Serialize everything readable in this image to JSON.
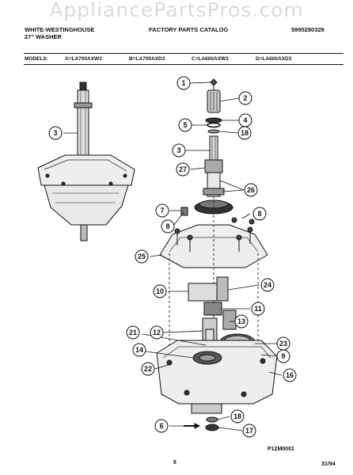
{
  "watermark": "AppliancePartsPros.com",
  "header": {
    "brand_line1": "WHITE-WESTINGHOUSE",
    "brand_line2": "27\" WASHER",
    "catalog": "FACTORY PARTS CATALOG",
    "part_number": "5995280329"
  },
  "models": {
    "label": "MODELS:",
    "a": "A=LA700AXW3",
    "b": "B=LA700AXD3",
    "c": "C=LA600AXW3",
    "d": "D=LA600AXD3"
  },
  "callouts": [
    "1",
    "2",
    "4",
    "5",
    "18",
    "3",
    "27",
    "26",
    "7",
    "8",
    "8",
    "25",
    "24",
    "10",
    "11",
    "12",
    "13",
    "21",
    "23",
    "14",
    "9",
    "22",
    "16",
    "6",
    "18",
    "17",
    "3"
  ],
  "figure_code": "P12M0001",
  "page_number": "6",
  "date_code": "31/94"
}
